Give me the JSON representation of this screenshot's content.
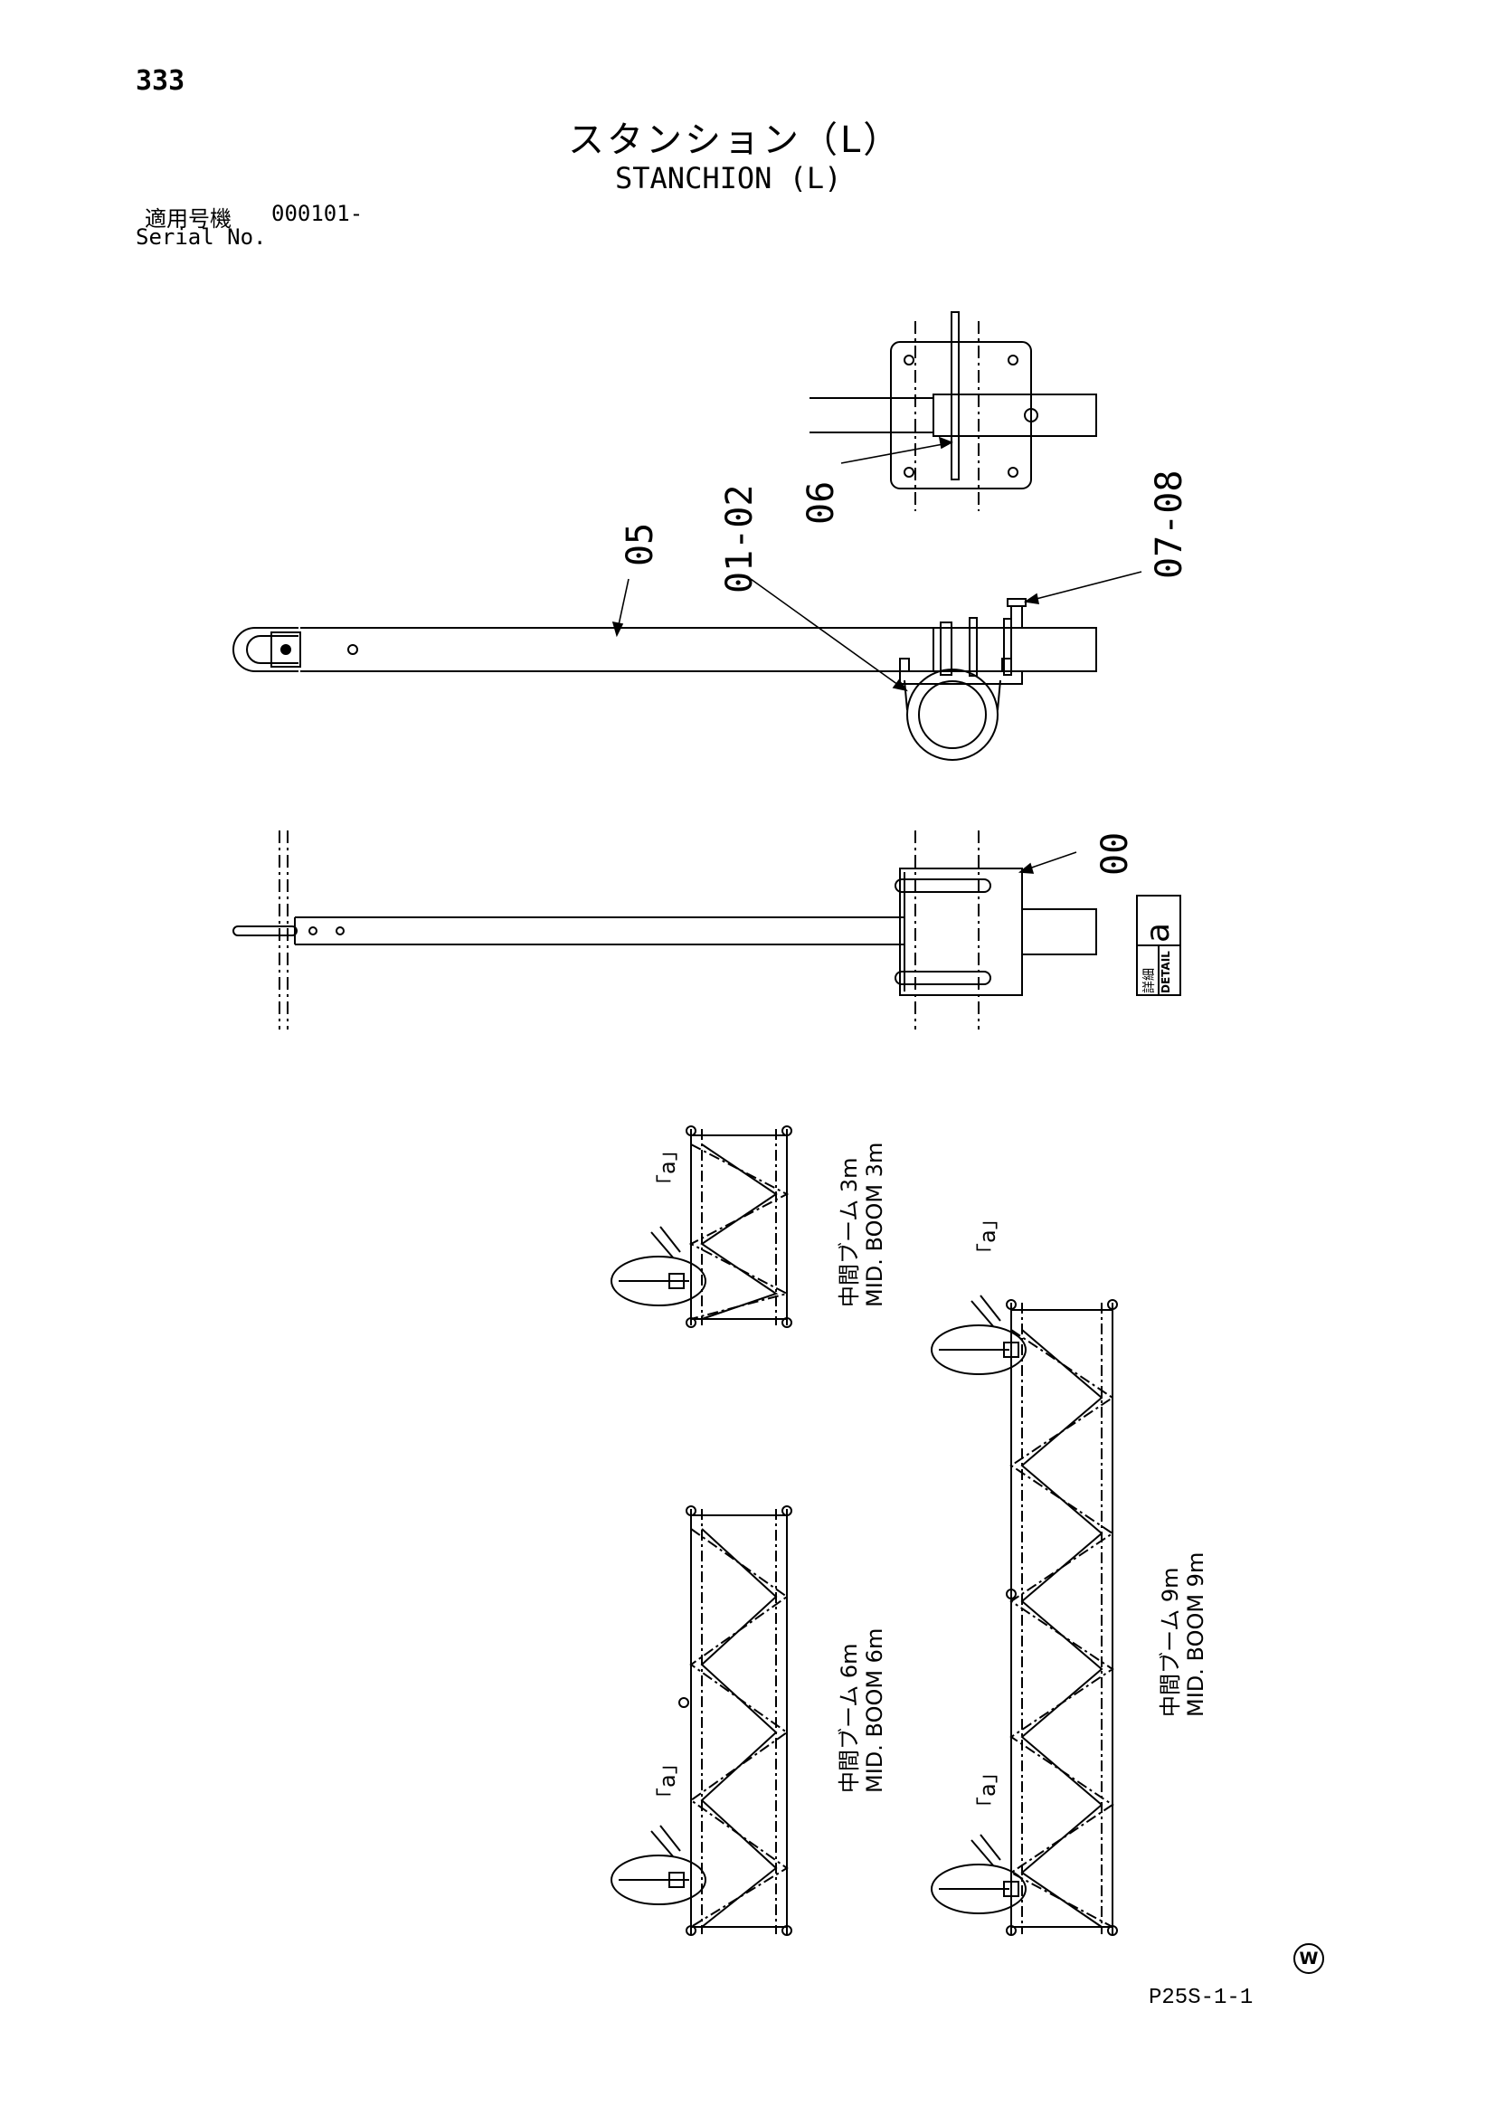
{
  "header": {
    "page_number": "333",
    "title_jp": "スタンション（L）",
    "title_en": "STANCHION (L)",
    "serial_label_jp": "適用号機",
    "serial_value": "000101-",
    "serial_label_en": "Serial No."
  },
  "callouts": {
    "c05": "05",
    "c06": "06",
    "c0102": "01-02",
    "c0708": "07-08",
    "c00": "00"
  },
  "detail_box": {
    "jp": "詳細",
    "en": "DETAIL",
    "letter": "a"
  },
  "booms": {
    "b3_jp": "中間ブーム 3m",
    "b3_en": "MID. BOOM 3m",
    "b6_jp": "中間ブーム 6m",
    "b6_en": "MID. BOOM 6m",
    "b9_jp": "中間ブーム 9m",
    "b9_en": "MID. BOOM 9m",
    "ref": "「a」"
  },
  "footer": {
    "drawing_code": "P25S-1-1",
    "mark": "W"
  }
}
